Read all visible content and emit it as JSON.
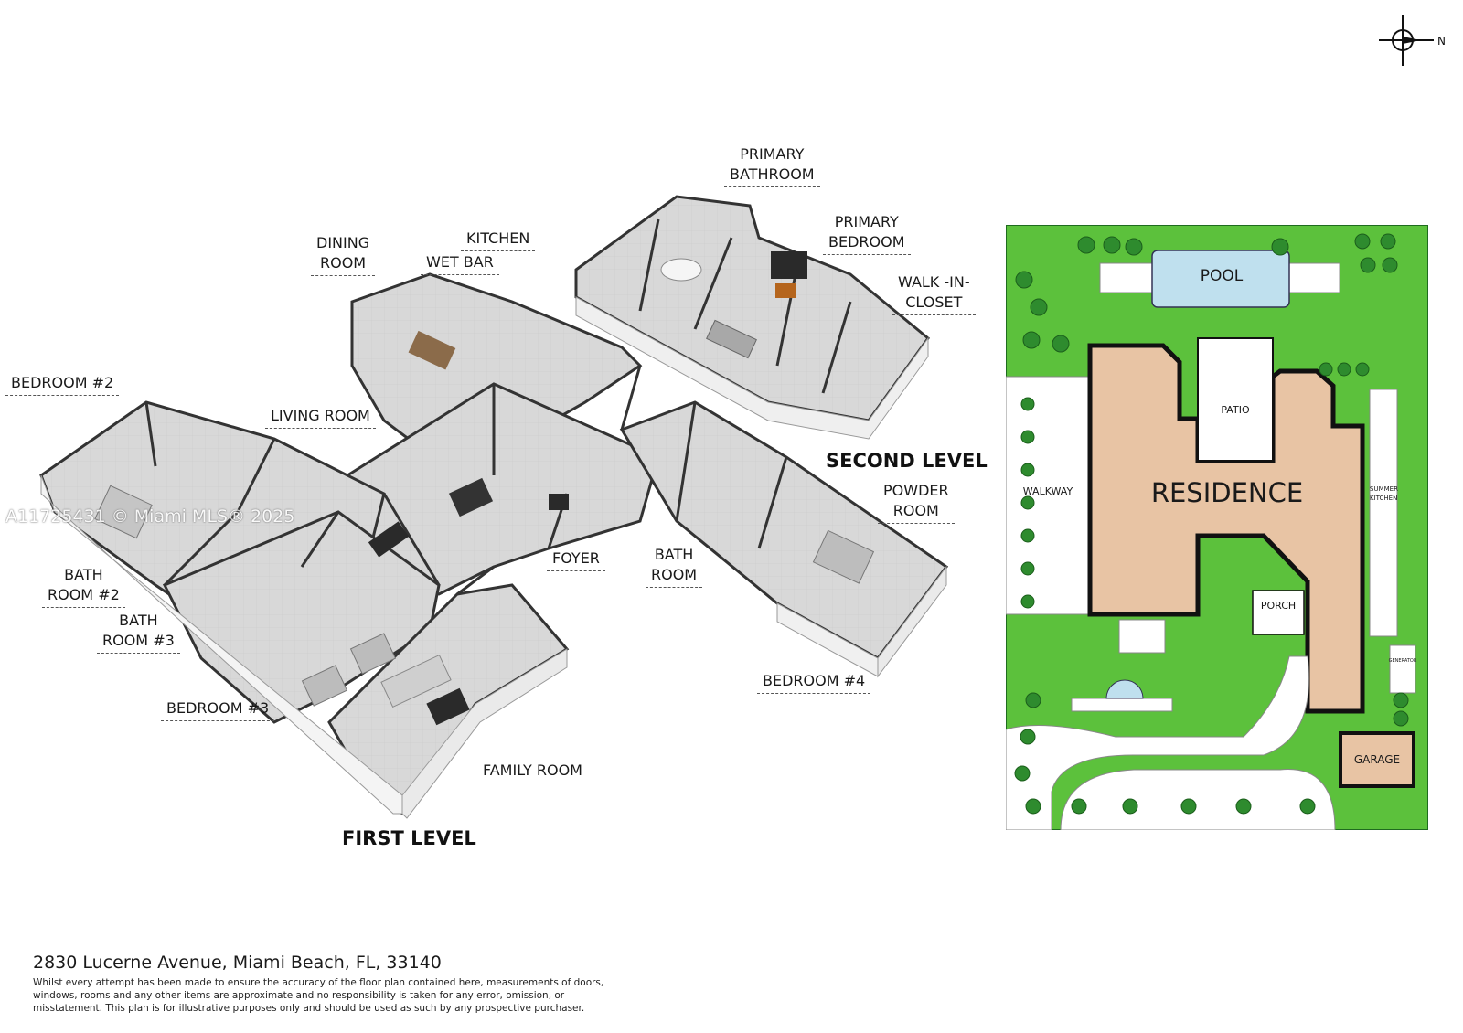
{
  "labels": {
    "primary_bathroom": "PRIMARY\nBATHROOM",
    "primary_bedroom": "PRIMARY\nBEDROOM",
    "walk_in_closet": "WALK -IN-\nCLOSET",
    "kitchen": "KITCHEN",
    "dining_room": "DINING\nROOM",
    "wet_bar": "WET BAR",
    "bedroom_2": "BEDROOM #2",
    "living_room": "LIVING ROOM",
    "bath_room_2": "BATH\nROOM #2",
    "bath_room_3": "BATH\nROOM #3",
    "bedroom_3": "BEDROOM #3",
    "foyer": "FOYER",
    "bath_room": "BATH\nROOM",
    "powder_room": "POWDER\nROOM",
    "bedroom_4": "BEDROOM #4",
    "family_room": "FAMILY ROOM"
  },
  "levels": {
    "first": "FIRST LEVEL",
    "second": "SECOND LEVEL"
  },
  "site": {
    "pool": "POOL",
    "patio": "PATIO",
    "residence": "RESIDENCE",
    "walkway": "WALKWAY",
    "summer_kitchen": "SUMMER\nKITCHEN",
    "porch": "PORCH",
    "generator": "GENERATOR",
    "garage": "GARAGE"
  },
  "compass": {
    "north": "N"
  },
  "watermark": "A11725431 © Miami MLS® 2025",
  "address": "2830 Lucerne Avenue, Miami Beach, FL, 33140",
  "disclaimer": "Whilst every attempt has been made to ensure the accuracy of the floor plan contained here, measurements of doors, windows, rooms and any other items are approximate and no responsibility is taken for any error, omission, or misstatement. This plan is for illustrative purposes only and should be used as such by any prospective purchaser.",
  "colors": {
    "lawn": "#5cc13c",
    "residence": "#e8c4a4",
    "pool": "#bfe0ee",
    "floor": "#d9d9d9",
    "wall": "#f2f2f2",
    "wall_dark": "#2a2a2a",
    "tree": "#2e8b2e"
  }
}
